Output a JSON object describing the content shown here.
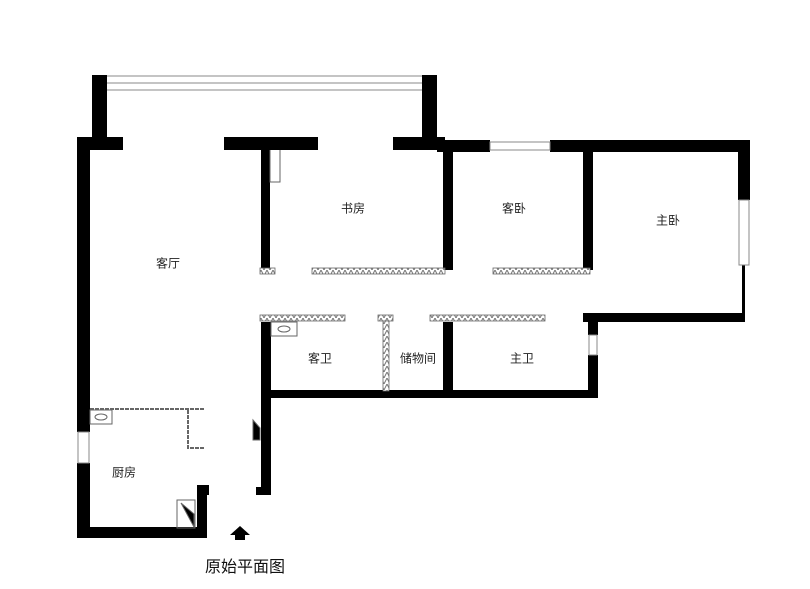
{
  "title": "原始平面图",
  "rooms": {
    "living": "客厅",
    "study": "书房",
    "guest_bedroom": "客卧",
    "master_bedroom": "主卧",
    "guest_bath": "客卫",
    "storage": "储物间",
    "master_bath": "主卫",
    "kitchen": "厨房"
  },
  "colors": {
    "wall": "#000000",
    "window": "#888888",
    "partition": "#666666"
  }
}
